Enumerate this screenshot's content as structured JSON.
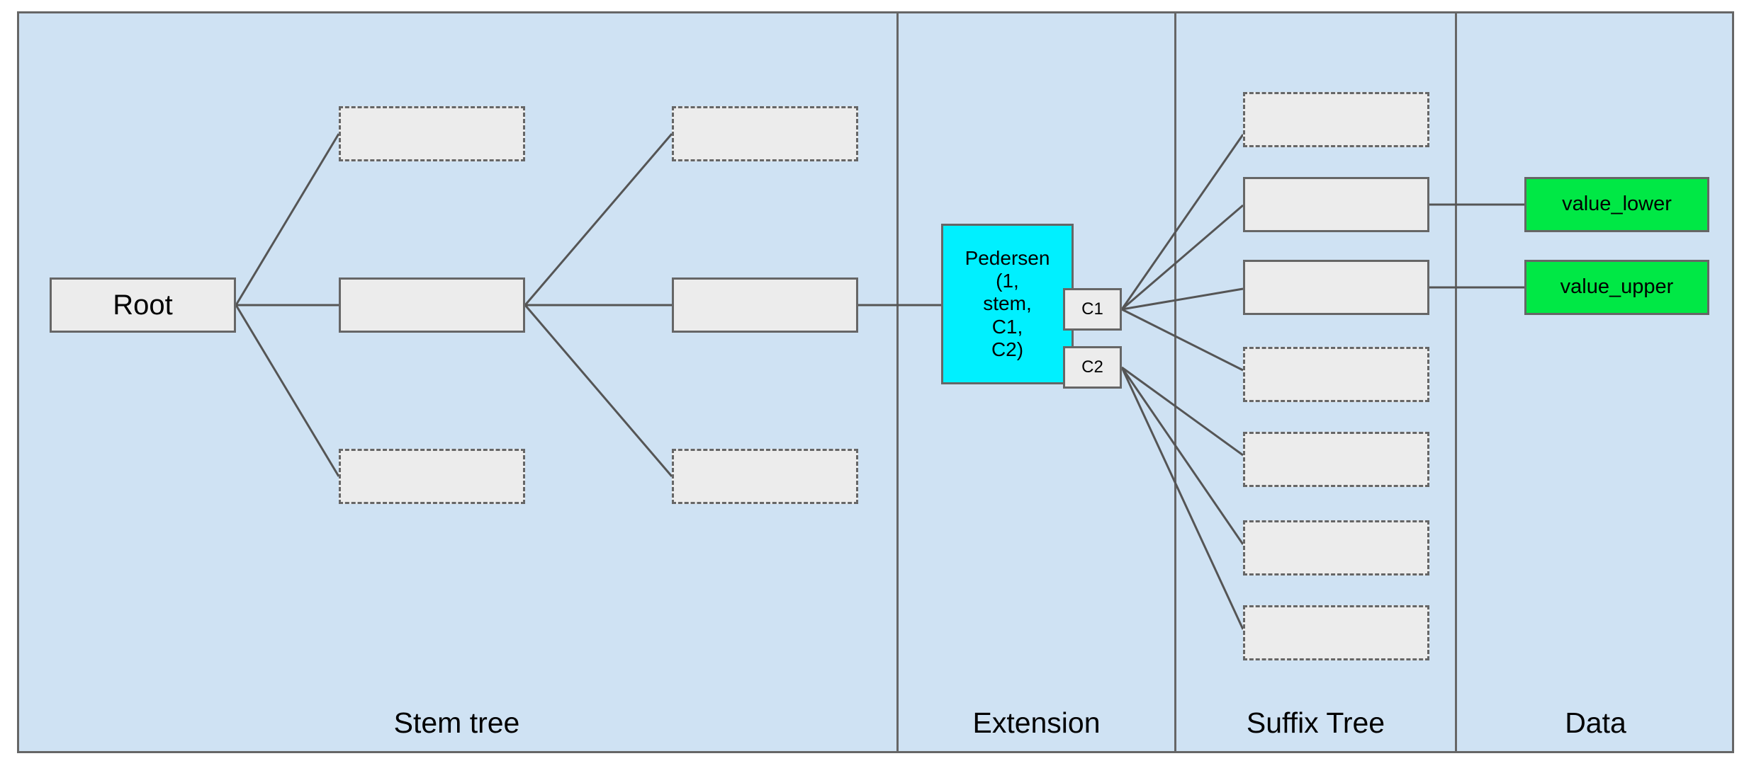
{
  "diagram": {
    "title": "Stem tree / Extension / Suffix Tree / Data structure",
    "canvas": {
      "background": "#cfe2f3",
      "border_color": "#666666"
    },
    "panels": [
      {
        "id": "stem-tree",
        "label": "Stem tree"
      },
      {
        "id": "extension",
        "label": "Extension"
      },
      {
        "id": "suffix-tree",
        "label": "Suffix Tree"
      },
      {
        "id": "data",
        "label": "Data"
      }
    ],
    "colors": {
      "node_fill": "#ececec",
      "node_stroke": "#666666",
      "pedersen_fill": "#00f0ff",
      "value_fill": "#00e845",
      "edge": "#555555"
    },
    "stem_tree": {
      "root": {
        "label": "Root",
        "style": "solid"
      },
      "level1": [
        {
          "label": "",
          "style": "dashed"
        },
        {
          "label": "",
          "style": "solid"
        },
        {
          "label": "",
          "style": "dashed"
        }
      ],
      "level2": [
        {
          "label": "",
          "style": "dashed"
        },
        {
          "label": "",
          "style": "solid"
        },
        {
          "label": "",
          "style": "dashed"
        }
      ]
    },
    "extension": {
      "pedersen": {
        "lines": [
          "Pedersen",
          "(1,",
          "stem,",
          "C1,",
          "C2)"
        ],
        "style": "solid",
        "fill": "#00f0ff"
      },
      "children": [
        {
          "label": "C1",
          "style": "solid"
        },
        {
          "label": "C2",
          "style": "solid"
        }
      ]
    },
    "suffix_tree": {
      "nodes": [
        {
          "label": "",
          "style": "dashed",
          "parent": "C1"
        },
        {
          "label": "",
          "style": "solid",
          "parent": "C1"
        },
        {
          "label": "",
          "style": "solid",
          "parent": "C1"
        },
        {
          "label": "",
          "style": "dashed",
          "parent": "C2"
        },
        {
          "label": "",
          "style": "dashed",
          "parent": "C2"
        },
        {
          "label": "",
          "style": "dashed",
          "parent": "C2"
        },
        {
          "label": "",
          "style": "dashed",
          "parent": "C2"
        }
      ]
    },
    "data": {
      "nodes": [
        {
          "label": "value_lower",
          "style": "solid",
          "fill": "#00e845"
        },
        {
          "label": "value_upper",
          "style": "solid",
          "fill": "#00e845"
        }
      ]
    }
  }
}
